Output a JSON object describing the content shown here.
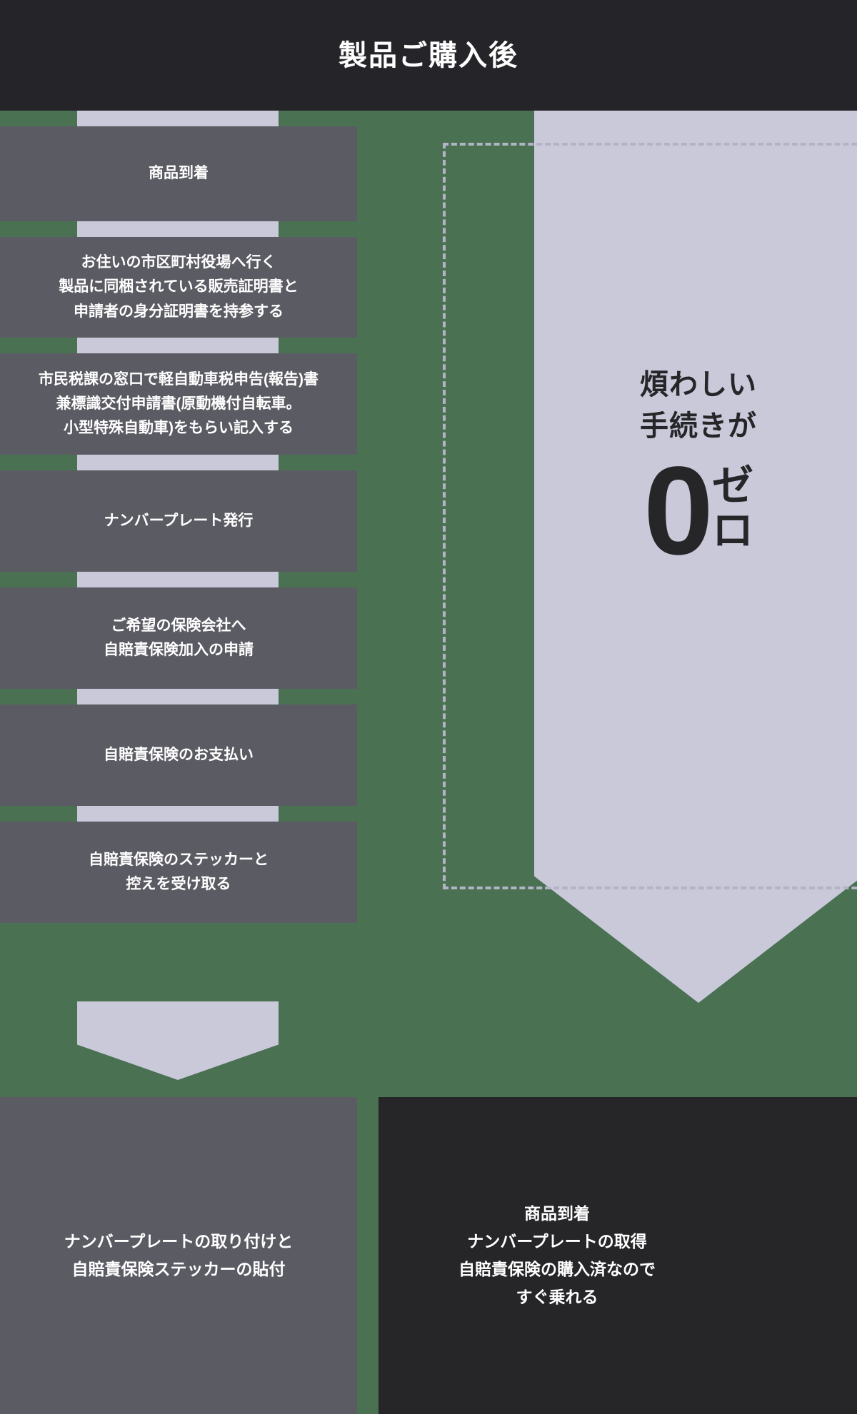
{
  "header": {
    "title": "製品ご購入後"
  },
  "colors": {
    "header_bg": "#252529",
    "canvas_green": "#4a7152",
    "step_gray": "#5b5b64",
    "lavender": "#c9c9da",
    "dashed_border": "#b3b3c6",
    "text_white": "#ffffff",
    "text_dark": "#262629"
  },
  "flow": {
    "steps": [
      {
        "id": "step-1",
        "text": "商品到着"
      },
      {
        "id": "step-2",
        "text": "お住いの市区町村役場へ行く\n製品に同梱されている販売証明書と\n申請者の身分証明書を持参する"
      },
      {
        "id": "step-3",
        "text": "市民税課の窓口で軽自動車税申告(報告)書\n兼標識交付申請書(原動機付自転車。\n小型特殊自動車)をもらい記入する"
      },
      {
        "id": "step-4",
        "text": "ナンバープレート発行"
      },
      {
        "id": "step-5",
        "text": "ご希望の保険会社へ\n自賠責保険加入の申請"
      },
      {
        "id": "step-6",
        "text": "自賠責保険のお支払い"
      },
      {
        "id": "step-7",
        "text": "自賠責保険のステッカーと\n控えを受け取る"
      }
    ]
  },
  "banner": {
    "line1": "煩わしい",
    "line2": "手続きが",
    "zero": "0",
    "kana_top": "ゼ",
    "kana_bottom": "ロ"
  },
  "results": {
    "left": "ナンバープレートの取り付けと\n自賠責保険ステッカーの貼付",
    "right": "商品到着\nナンバープレートの取得\n自賠責保険の購入済なので\nすぐ乗れる"
  }
}
